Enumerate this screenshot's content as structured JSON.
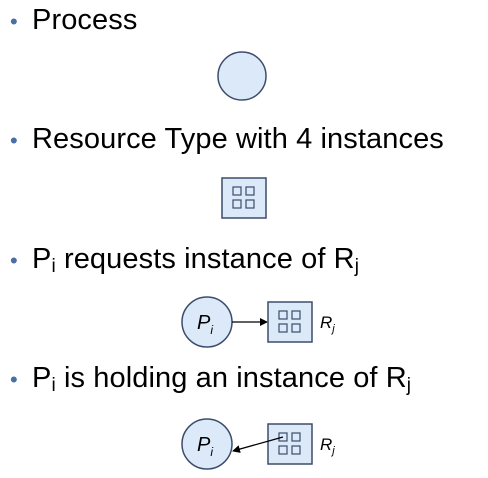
{
  "items": [
    {
      "label": "Process"
    },
    {
      "label": "Resource Type with 4 instances"
    },
    {
      "label_p": "P",
      "label_sub_i": "i",
      "label_mid": " requests instance of R",
      "label_sub_j": "j"
    },
    {
      "label_p": "P",
      "label_sub_i": "i",
      "label_mid": " is holding an instance of R",
      "label_sub_j": "j"
    }
  ],
  "figures": {
    "process_label": "P",
    "process_sub": "i",
    "resource_label": "R",
    "resource_sub": "j"
  },
  "colors": {
    "fill": "#dbe9f9",
    "stroke": "#3c4d6b",
    "bullet": "#4a6fa5"
  }
}
